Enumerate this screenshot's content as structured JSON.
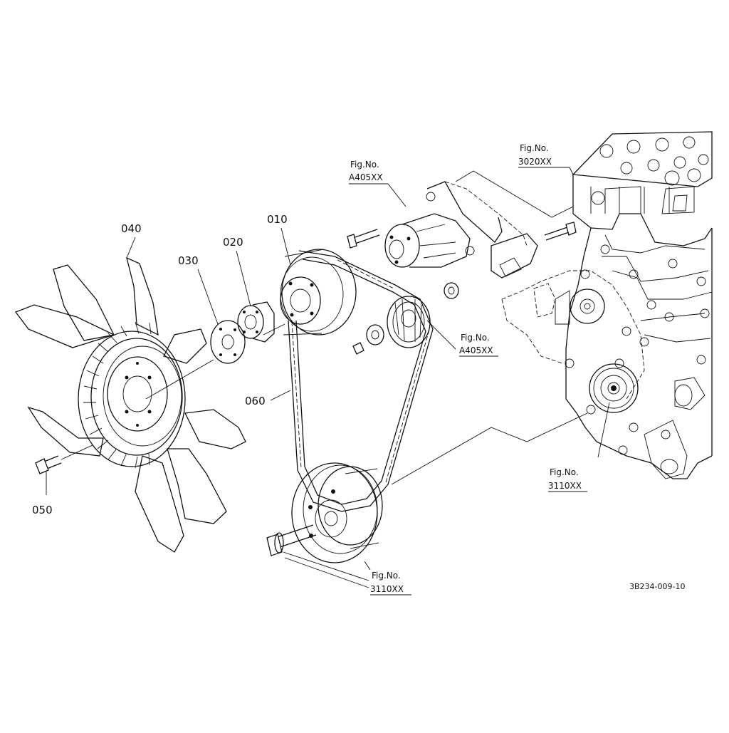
{
  "parts": [
    {
      "id": "p010",
      "number": "010"
    },
    {
      "id": "p020",
      "number": "020"
    },
    {
      "id": "p030",
      "number": "030"
    },
    {
      "id": "p040",
      "number": "040"
    },
    {
      "id": "p050",
      "number": "050"
    },
    {
      "id": "p060",
      "number": "060"
    }
  ],
  "figure_refs": [
    {
      "id": "ref-a405-top",
      "line1": "Fig.No.",
      "line2": "A405XX"
    },
    {
      "id": "ref-3020",
      "line1": "Fig.No.",
      "line2": "3020XX"
    },
    {
      "id": "ref-a405-mid",
      "line1": "Fig.No.",
      "line2": "A405XX"
    },
    {
      "id": "ref-3110-right",
      "line1": "Fig.No.",
      "line2": "3110XX"
    },
    {
      "id": "ref-3110-bottom",
      "line1": "Fig.No.",
      "line2": "3110XX"
    }
  ],
  "document_code": "3B234-009-10"
}
